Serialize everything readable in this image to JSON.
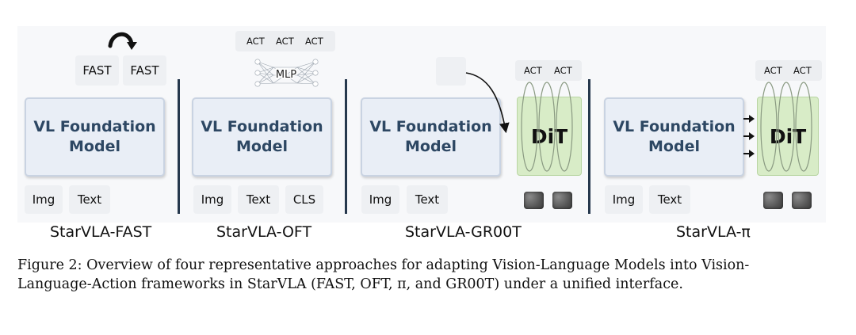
{
  "figure": {
    "panels": [
      {
        "model_lines": [
          "VL Foundation",
          "Model"
        ],
        "inputs": [
          "Img",
          "Text"
        ],
        "outputs": [
          "FAST",
          "FAST"
        ],
        "name": "StarVLA-FAST"
      },
      {
        "model_lines": [
          "VL Foundation",
          "Model"
        ],
        "inputs": [
          "Img",
          "Text",
          "CLS"
        ],
        "head": "MLP",
        "actions": [
          "ACT",
          "ACT",
          "ACT"
        ],
        "name": "StarVLA-OFT"
      },
      {
        "model_lines": [
          "VL Foundation",
          "Model"
        ],
        "inputs": [
          "Img",
          "Text"
        ],
        "head": "DiT",
        "actions": [
          "ACT",
          "ACT"
        ],
        "name": "StarVLA-GR00T"
      },
      {
        "model_lines": [
          "VL Foundation",
          "Model"
        ],
        "inputs": [
          "Img",
          "Text"
        ],
        "head": "DiT",
        "actions": [
          "ACT",
          "ACT"
        ],
        "name": "StarVLA-π"
      }
    ],
    "caption_line1": "Figure 2: Overview of four representative approaches for adapting Vision-Language Models into Vision-",
    "caption_line2": "Language-Action frameworks in StarVLA (FAST, OFT, π, and GR00T) under a unified interface."
  }
}
